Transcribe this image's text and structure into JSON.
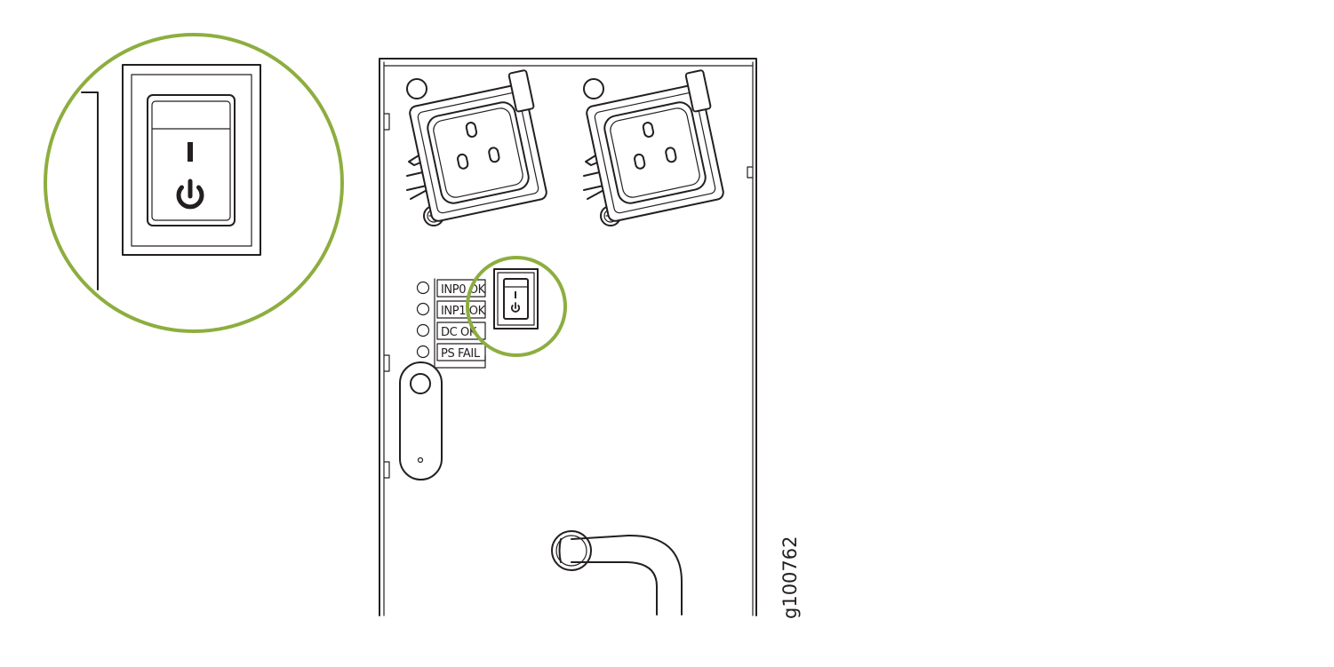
{
  "colors": {
    "callout_ring": "#8dae3f",
    "line": "#231f20",
    "background": "#ffffff"
  },
  "icons": {
    "power_symbol": "power-icon",
    "on_mark": "on-bar-icon"
  },
  "leds": [
    {
      "label": "INP0 OK"
    },
    {
      "label": "INP1 OK"
    },
    {
      "label": "DC OK"
    },
    {
      "label": "PS FAIL"
    }
  ],
  "figure": {
    "id": "g100762"
  }
}
